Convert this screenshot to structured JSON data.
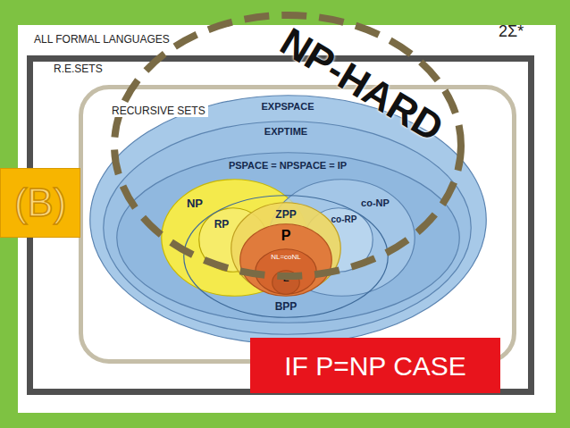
{
  "diagram": {
    "nodes": [
      {
        "text": [
          "ALL FORMAL LANGUAGES"
        ]
      },
      {
        "text": [
          "R.E.SETS"
        ],
        "in": 0
      },
      {
        "text": [
          "RECURSIVE SETS"
        ],
        "in": 1
      },
      {
        "text": [
          "EXPSPACE"
        ],
        "in": 2
      },
      {
        "text": [
          "EXPTIME"
        ],
        "in": 3
      },
      {
        "text": [
          "PSPACE = NPSPACE = IP"
        ],
        "in": 4
      },
      {
        "text": [
          "NP"
        ],
        "in": 5
      },
      {
        "text": [
          "RP"
        ],
        "in": 6
      },
      {
        "text": [
          "co-NP"
        ],
        "in": 5
      },
      {
        "text": [
          "co-RP"
        ],
        "in": 8
      },
      {
        "text": [
          "BPP"
        ],
        "in": 5
      },
      {
        "text": [
          "ZPP"
        ],
        "in": 10
      },
      {
        "text": [
          "P"
        ],
        "in": 11
      },
      {
        "text": [
          "NL=coNL"
        ],
        "in": 12
      },
      {
        "text": [
          "L"
        ],
        "in": 13
      },
      {
        "text": [
          "NP-HARD"
        ]
      },
      {
        "text": [
          "(B)"
        ]
      },
      {
        "text": [
          "IF P=NP CASE"
        ]
      }
    ],
    "labels": [
      "2Σ*"
    ]
  }
}
